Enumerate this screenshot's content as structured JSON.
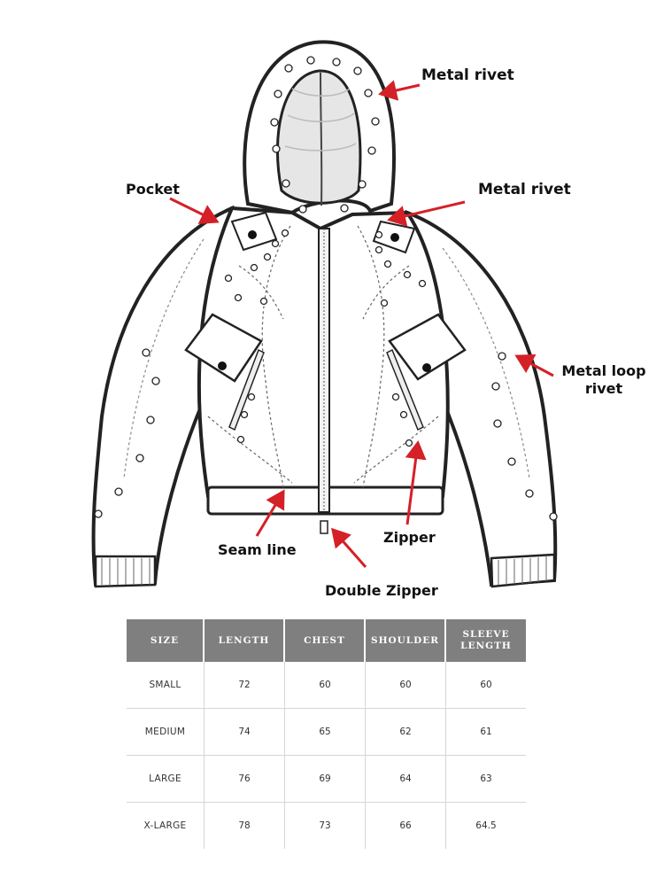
{
  "callouts": {
    "metal_rivet_top": "Metal rivet",
    "pocket": "Pocket",
    "metal_rivet_mid": "Metal rivet",
    "metal_loop_rivet_line1": "Metal loop",
    "metal_loop_rivet_line2": "rivet",
    "zipper": "Zipper",
    "seam_line": "Seam line",
    "double_zipper": "Double Zipper"
  },
  "colors": {
    "arrow": "#d42027",
    "header_bg": "#7f7f7f"
  },
  "size_table": {
    "headers": [
      "SIZE",
      "LENGTH",
      "CHEST",
      "SHOULDER",
      "SLEEVE LENGTH"
    ],
    "rows": [
      [
        "SMALL",
        "72",
        "60",
        "60",
        "60"
      ],
      [
        "MEDIUM",
        "74",
        "65",
        "62",
        "61"
      ],
      [
        "LARGE",
        "76",
        "69",
        "64",
        "63"
      ],
      [
        "X-LARGE",
        "78",
        "73",
        "66",
        "64.5"
      ]
    ]
  }
}
